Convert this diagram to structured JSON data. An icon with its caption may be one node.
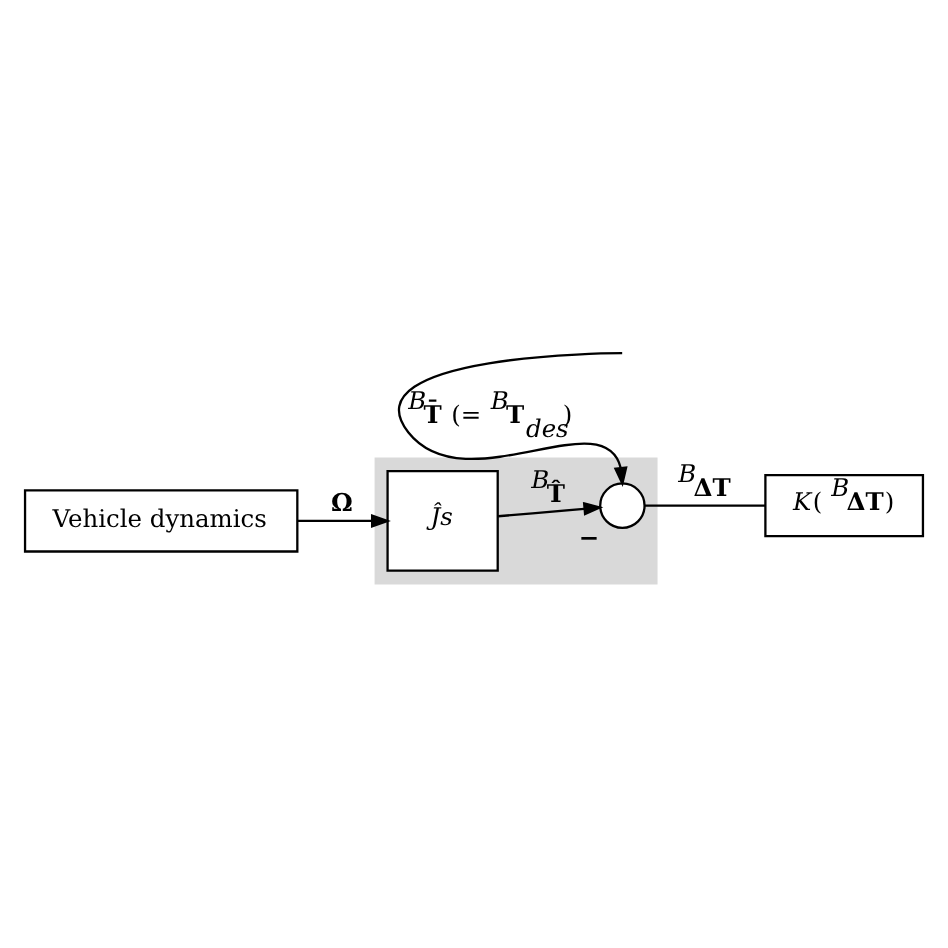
{
  "diagram": {
    "nodes": [
      {
        "text": [
          "Vehicle dynamics"
        ]
      },
      {
        "text": [],
        "shape": "box"
      },
      {
        "text": [
          "Ĵs"
        ],
        "in": 1
      },
      {
        "text": [],
        "shape": "circle",
        "in": 1,
        "beside": [
          "−"
        ]
      },
      {
        "text": [
          "*K*( $^{B}$**ΔT**)"
        ]
      }
    ],
    "edges": [
      {
        "from": 0,
        "to": 2,
        "arrow": "to",
        "label": "Ω"
      },
      {
        "from": 2,
        "to": 3,
        "arrow": "to",
        "label": "$^{B}$**T̂**"
      },
      {
        "from": null,
        "to": 3,
        "arrow": "to",
        "label": "$^{B}$**T̄** (= $^{B}$**T**$_{des}$)"
      },
      {
        "from": 3,
        "to": 4,
        "arrow": "none",
        "label": "$^{B}$**ΔT**"
      }
    ]
  }
}
